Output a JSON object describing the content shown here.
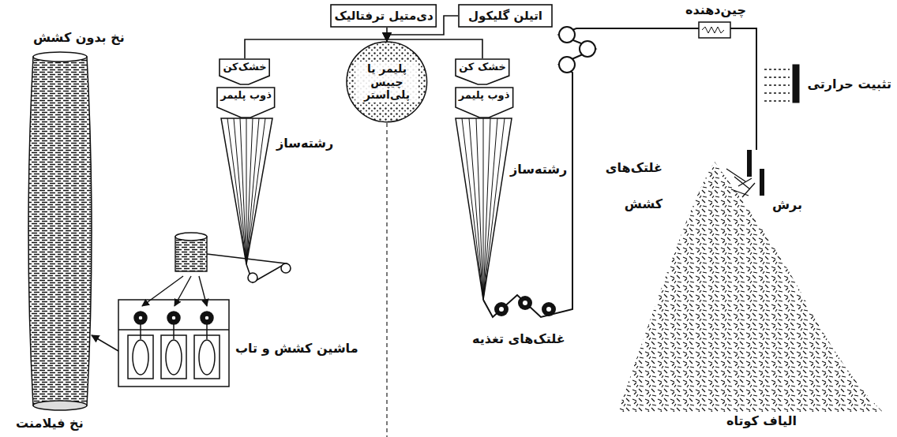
{
  "diagram": {
    "nodes": [
      {
        "text": [
          "دی‌متیل ترفتالیک"
        ]
      },
      {
        "text": [
          "اتیلن گلیکول"
        ]
      },
      {
        "text": [
          "پلیمر یا چیپس پلی‌استر"
        ]
      },
      {
        "text": [
          "خشک‌کن"
        ]
      },
      {
        "text": [
          "ذوب پلیمر"
        ]
      },
      {
        "text": [
          "خشک کن"
        ]
      },
      {
        "text": [
          "ذوب پلیمر"
        ]
      }
    ],
    "edges": [
      {
        "from": 0,
        "to": 2,
        "arrow": "to"
      },
      {
        "from": 1,
        "to": 2,
        "arrow": "to"
      },
      {
        "from": 2,
        "to": 3,
        "arrow": "none"
      },
      {
        "from": 2,
        "to": 5,
        "arrow": "none"
      }
    ],
    "labels": [
      "رشته‌ساز",
      "نخ بدون کشش",
      "ماشین کشش و تاب",
      "نخ فیلامنت",
      "رشته‌ساز",
      "غلتک‌های تغذیه",
      "غلتک‌های کشش",
      "چین‌دهنده",
      "تثبیت حرارتی",
      "برش",
      "الیاف کوتاه"
    ]
  }
}
